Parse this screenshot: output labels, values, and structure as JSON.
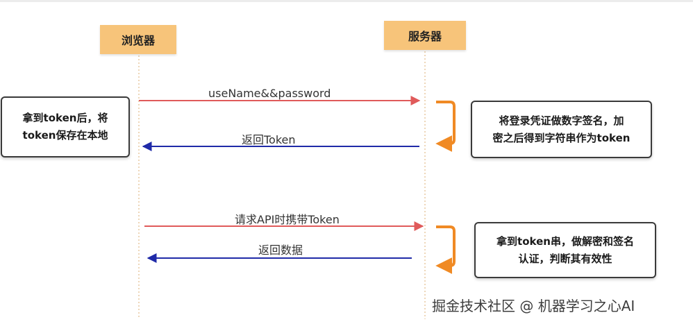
{
  "actors": {
    "browser": "浏览器",
    "server": "服务器"
  },
  "notes": {
    "client": [
      "拿到token后，将",
      "token保存在本地"
    ],
    "sign": [
      "将登录凭证做数字签名，加",
      "密之后得到字符串作为token"
    ],
    "verify": [
      "拿到token串，做解密和签名",
      "认证，判断其有效性"
    ]
  },
  "messages": {
    "login": "useName&&password",
    "return_token": "返回Token",
    "request_with_token": "请求API时携带Token",
    "return_data": "返回数据"
  },
  "watermark": "掘金技术社区 @ 机器学习之心AI",
  "colors": {
    "actor_fill": "#f7c47a",
    "request_arrow": "#e05a5a",
    "response_arrow": "#1f2aa8",
    "self_arrow": "#f08a24",
    "lifeline": "#e8c9a0"
  }
}
